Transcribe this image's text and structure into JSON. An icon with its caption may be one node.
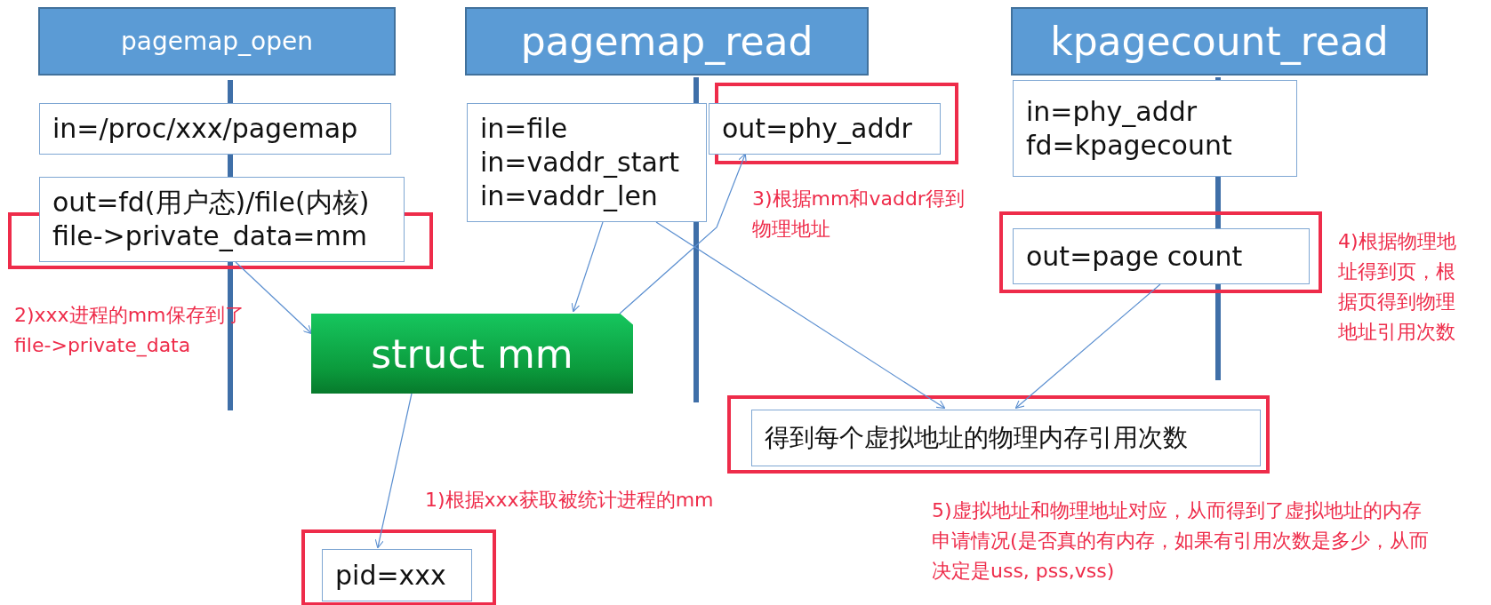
{
  "diagram": {
    "nodes": [
      {
        "text": [
          "pagemap_open"
        ]
      },
      {
        "text": [
          "pagemap_read"
        ]
      },
      {
        "text": [
          "kpagecount_read"
        ]
      },
      {
        "text": [
          "in=/proc/xxx/pagemap"
        ]
      },
      {
        "text": [
          "out=fd(用户态)/file(内核)",
          "file->private_data=mm"
        ]
      },
      {
        "text": [
          "in=file",
          "in=vaddr_start",
          "in=vaddr_len"
        ]
      },
      {
        "text": [
          "out=phy_addr"
        ]
      },
      {
        "text": [
          "in=phy_addr",
          "fd=kpagecount"
        ]
      },
      {
        "text": [
          "out=page count"
        ]
      },
      {
        "text": [
          "struct mm"
        ]
      },
      {
        "text": [
          "得到每个虚拟地址的物理内存引用次数"
        ]
      },
      {
        "text": [
          "pid=xxx"
        ]
      }
    ],
    "edges": [
      {
        "from": 4,
        "to": 9,
        "arrow": "to"
      },
      {
        "from": 5,
        "to": 9,
        "arrow": "to"
      },
      {
        "from": 9,
        "to": 6,
        "arrow": "to"
      },
      {
        "from": 5,
        "to": 10,
        "arrow": "to"
      },
      {
        "from": 8,
        "to": 10,
        "arrow": "to"
      },
      {
        "from": 9,
        "to": 11,
        "arrow": "to"
      }
    ],
    "labels": [
      "2)xxx进程的mm保存到了file->private_data",
      "3)根据mm和vaddr得到物理地址",
      "4)根据物理地址得到页，根据页得到物理地址引用次数",
      "1)根据xxx获取被统计进程的mm",
      "5)虚拟地址和物理地址对应，从而得到了虚拟地址的内存申请情况(是否真的有内存，如果有引用次数是多少，从而决定是uss, pss,vss)"
    ]
  }
}
